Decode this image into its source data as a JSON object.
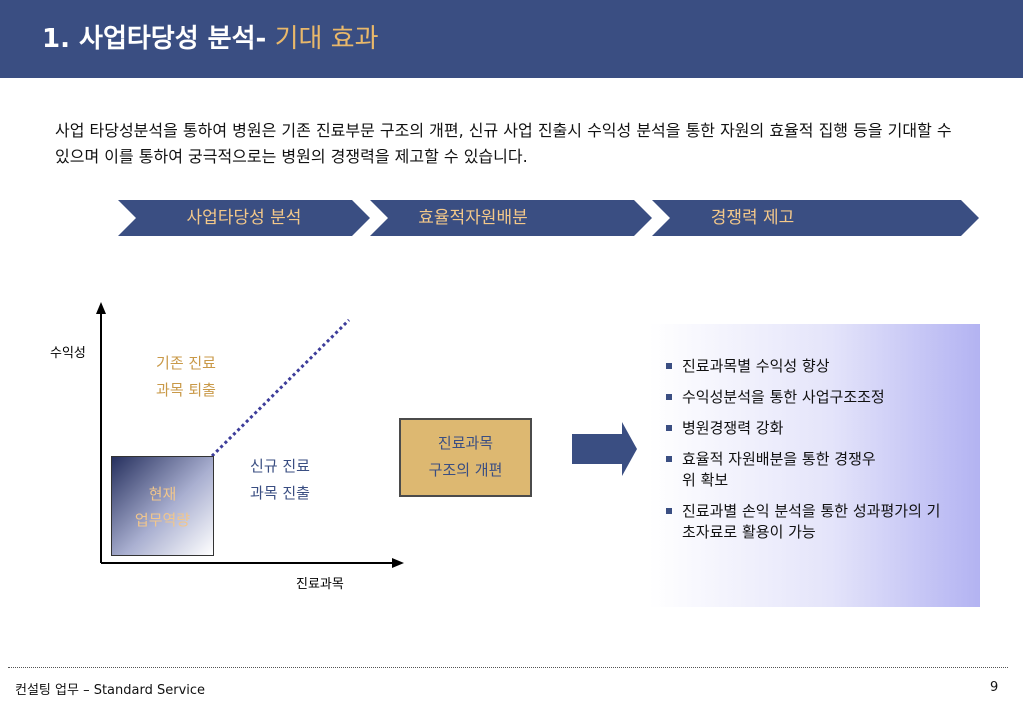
{
  "header": {
    "title_main": "1. 사업타당성 분석-",
    "title_accent": " 기대 효과"
  },
  "intro": {
    "text": "사업 타당성분석을 통하여 병원은 기존 진료부문 구조의 개편, 신규 사업 진출시 수익성 분석을 통한 자원의 효율적 집행 등을 기대할 수 있으며 이를 통하여 궁극적으로는 병원의 경쟁력을 제고할 수 있습니다."
  },
  "steps": [
    {
      "label": "사업타당성 분석"
    },
    {
      "label": "효율적자원배분"
    },
    {
      "label": "경쟁력 제고"
    }
  ],
  "diagram": {
    "y_axis_label": "수익성",
    "x_axis_label": "진료과목",
    "exit_label_line1": "기존 진료",
    "exit_label_line2": "과목 퇴출",
    "entry_label_line1": "신규 진료",
    "entry_label_line2": "과목 진출",
    "current_line1": "현재",
    "current_line2": "업무역량",
    "reform_line1": "진료과목",
    "reform_line2": "구조의 개편"
  },
  "effects": [
    {
      "text": "진료과목별 수익성 향상"
    },
    {
      "text": "수익성분석을 통한 사업구조조정"
    },
    {
      "text": "병원경쟁력 강화"
    },
    {
      "text": "효율적 자원배분을 통한 경쟁우위 확보"
    },
    {
      "text": "진료과별 손익 분석을 통한 성과평가의 기초자료로 활용이 가능"
    }
  ],
  "footer": {
    "text": "컨설팅 업무 – Standard Service",
    "page_number": "9"
  },
  "colors": {
    "navy": "#3a4e82",
    "tan": "#c99948",
    "box_tan": "#ddb871",
    "label_gold": "#f3c88a"
  }
}
